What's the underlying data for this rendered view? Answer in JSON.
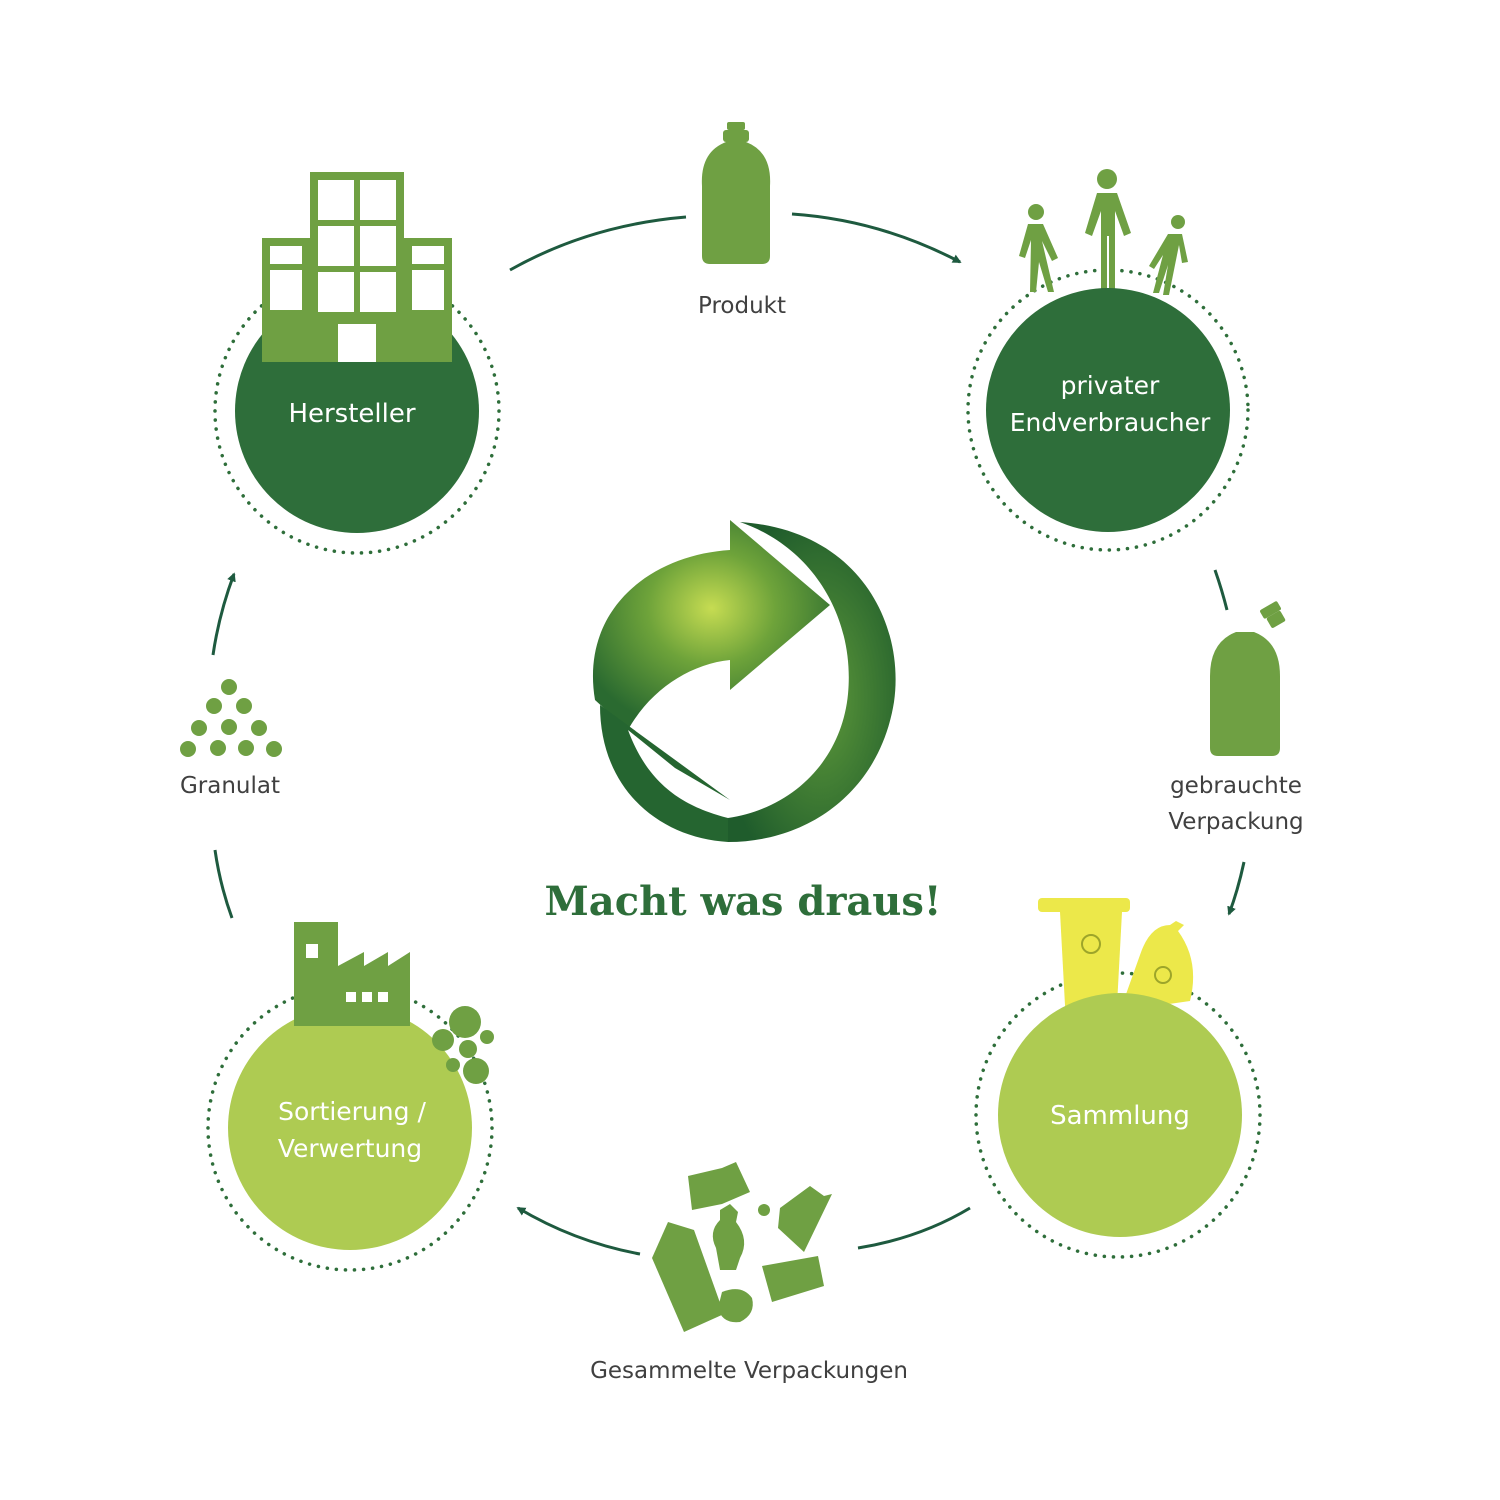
{
  "nodes": {
    "hersteller": "Hersteller",
    "endverbraucher_1": "privater",
    "endverbraucher_2": "Endverbraucher",
    "sammlung": "Sammlung",
    "sortierung_1": "Sortierung /",
    "sortierung_2": "Verwertung"
  },
  "flows": {
    "produkt": "Produkt",
    "gebrauchte_1": "gebrauchte",
    "gebrauchte_2": "Verpackung",
    "gesammelte": "Gesammelte Verpackungen",
    "granulat": "Granulat"
  },
  "slogan": "Macht was draus!",
  "colors": {
    "dark_green": "#2e6e3a",
    "mid_green": "#6fa043",
    "light_green": "#aecb52",
    "yellow": "#ece84a",
    "label_gray": "#404040"
  }
}
